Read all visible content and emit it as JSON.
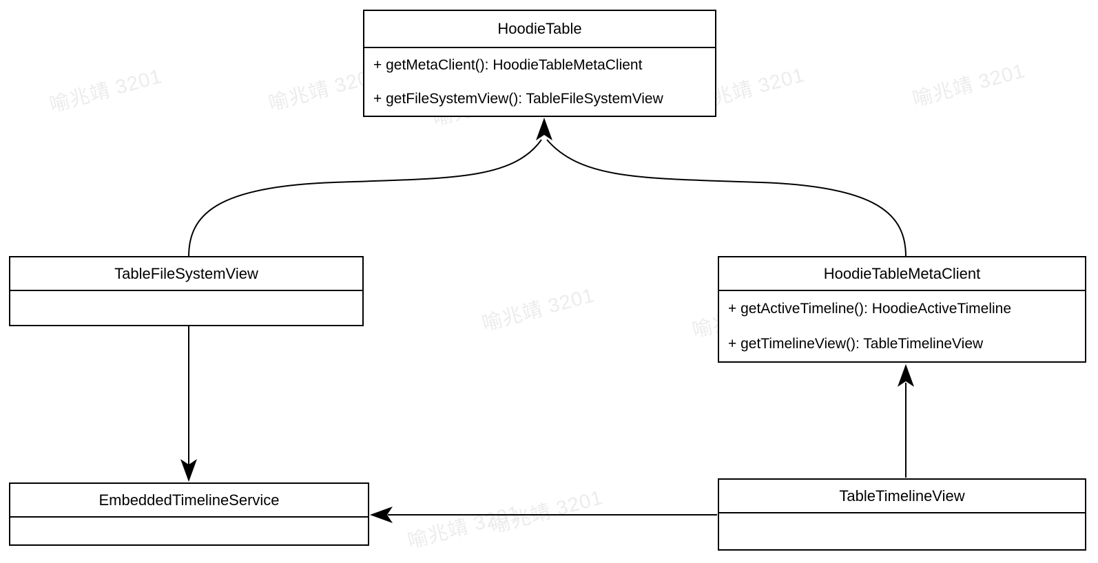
{
  "diagram": {
    "type": "uml-class-diagram",
    "classes": [
      {
        "name": "HoodieTable",
        "methods": [
          "+ getMetaClient(): HoodieTableMetaClient",
          "+ getFileSystemView(): TableFileSystemView"
        ]
      },
      {
        "name": "TableFileSystemView",
        "methods": []
      },
      {
        "name": "HoodieTableMetaClient",
        "methods": [
          "+ getActiveTimeline(): HoodieActiveTimeline",
          "+ getTimelineView(): TableTimelineView"
        ]
      },
      {
        "name": "EmbeddedTimelineService",
        "methods": []
      },
      {
        "name": "TableTimelineView",
        "methods": []
      }
    ],
    "relations": [
      {
        "from": "TableFileSystemView",
        "to": "HoodieTable",
        "style": "curved-arrow"
      },
      {
        "from": "HoodieTableMetaClient",
        "to": "HoodieTable",
        "style": "curved-arrow"
      },
      {
        "from": "TableFileSystemView",
        "to": "EmbeddedTimelineService",
        "style": "straight-arrow"
      },
      {
        "from": "TableTimelineView",
        "to": "HoodieTableMetaClient",
        "style": "straight-arrow"
      },
      {
        "from": "TableTimelineView",
        "to": "EmbeddedTimelineService",
        "style": "straight-arrow"
      }
    ],
    "colors": {
      "stroke": "#000000",
      "box_fill": "#ffffff",
      "background": "#ffffff",
      "watermark": "#ececec"
    }
  },
  "watermark": {
    "text": "喻兆靖 3201"
  }
}
